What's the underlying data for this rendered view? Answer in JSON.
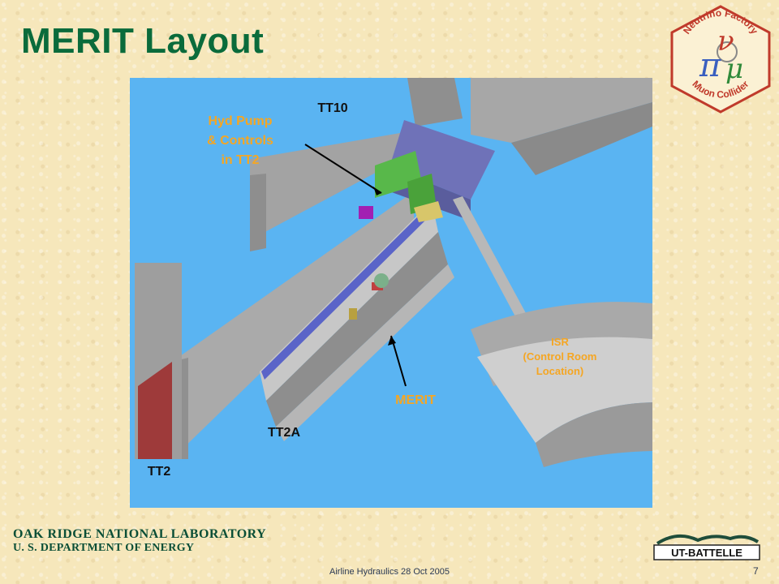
{
  "slide": {
    "title": "MERIT Layout",
    "page_number": "7",
    "footer_center": "Airline Hydraulics 28 Oct 2005"
  },
  "logos": {
    "nf_top": "Neutrino Factory",
    "nf_bottom": "Muon Collider",
    "ut": "UT-BATTELLE"
  },
  "footer_org": {
    "line1": "OAK RIDGE NATIONAL LABORATORY",
    "line2": "U. S. DEPARTMENT OF ENERGY"
  },
  "diagram_labels": {
    "tt10": "TT10",
    "hyd_line1": "Hyd Pump",
    "hyd_line2": "& Controls",
    "hyd_line3": "in TT2",
    "isr_line1": "ISR",
    "isr_line2": "(Control Room",
    "isr_line3": "Location)",
    "merit": "MERIT",
    "tt2a": "TT2A",
    "tt2": "TT2"
  },
  "colors": {
    "title": "#0a6b3b",
    "label_orange": "#f5a623",
    "label_dark": "#111111",
    "sky": "#5ab4f2",
    "wall": "#a7a7a7"
  }
}
